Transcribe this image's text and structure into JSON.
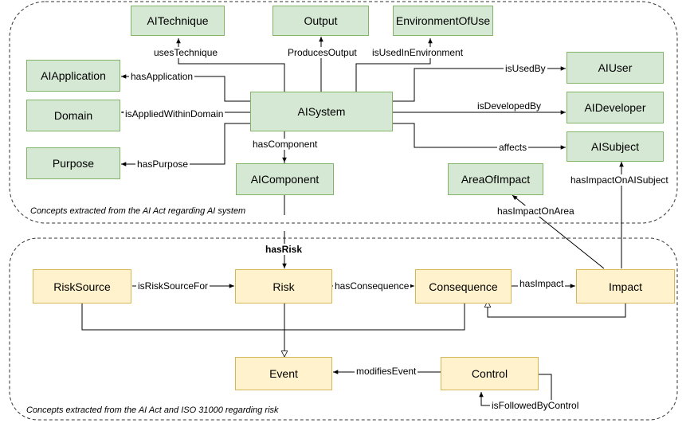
{
  "sections": {
    "ai_system_caption": "Concepts extracted from the AI Act regarding AI system",
    "risk_caption": "Concepts extracted from the AI Act and ISO 31000 regarding risk"
  },
  "nodes": {
    "ai_technique": "AITechnique",
    "output": "Output",
    "environment_of_use": "EnvironmentOfUse",
    "ai_application": "AIApplication",
    "domain": "Domain",
    "purpose": "Purpose",
    "ai_system": "AISystem",
    "ai_component": "AIComponent",
    "ai_user": "AIUser",
    "ai_developer": "AIDeveloper",
    "ai_subject": "AISubject",
    "area_of_impact": "AreaOfImpact",
    "risk_source": "RiskSource",
    "risk": "Risk",
    "consequence": "Consequence",
    "impact": "Impact",
    "event": "Event",
    "control": "Control"
  },
  "edges": {
    "uses_technique": "usesTechnique",
    "produces_output": "ProducesOutput",
    "is_used_in_environment": "isUsedInEnvironment",
    "has_application": "hasApplication",
    "is_applied_within_domain": "isAppliedWithinDomain",
    "has_purpose": "hasPurpose",
    "has_component": "hasComponent",
    "is_used_by": "isUsedBy",
    "is_developed_by": "isDevelopedBy",
    "affects": "affects",
    "has_impact_on_ai_subject": "hasImpactOnAISubject",
    "has_impact_on_area": "hasImpactOnArea",
    "has_risk": "hasRisk",
    "is_risk_source_for": "isRiskSourceFor",
    "has_consequence": "hasConsequence",
    "has_impact": "hasImpact",
    "modifies_event": "modifiesEvent",
    "is_followed_by_control": "isFollowedByControl"
  },
  "colors": {
    "ai_node_fill": "#d5e8d4",
    "ai_node_border": "#82b366",
    "risk_node_fill": "#fff2cc",
    "risk_node_border": "#d6b656"
  }
}
